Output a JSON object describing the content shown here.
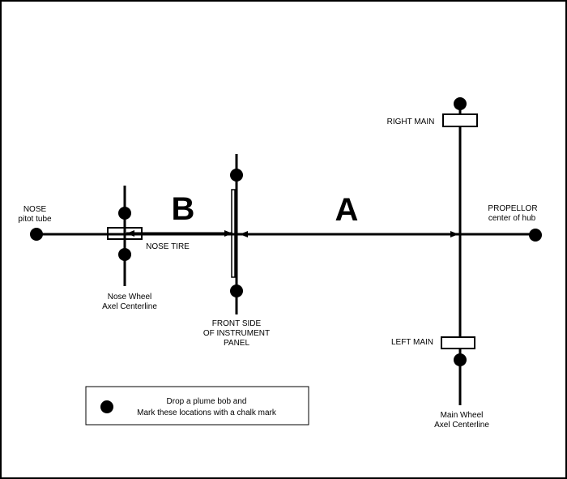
{
  "colors": {
    "ink": "#000000",
    "paper": "#ffffff"
  },
  "dimensions": {
    "a": "A",
    "b": "B"
  },
  "labels": {
    "nose": "NOSE",
    "nose_sub": "pitot tube",
    "nose_tire": "NOSE TIRE",
    "nose_wheel_1": "Nose Wheel",
    "nose_wheel_2": "Axel Centerline",
    "panel_1": "FRONT SIDE",
    "panel_2": "OF INSTRUMENT",
    "panel_3": "PANEL",
    "right_main": "RIGHT MAIN",
    "left_main": "LEFT MAIN",
    "propellor": "PROPELLOR",
    "propellor_sub": "center of hub",
    "main_wheel_1": "Main Wheel",
    "main_wheel_2": "Axel Centerline"
  },
  "legend": {
    "marker": "filled-circle",
    "line1": "Drop a plume bob and",
    "line2": "Mark these locations with a chalk mark"
  }
}
